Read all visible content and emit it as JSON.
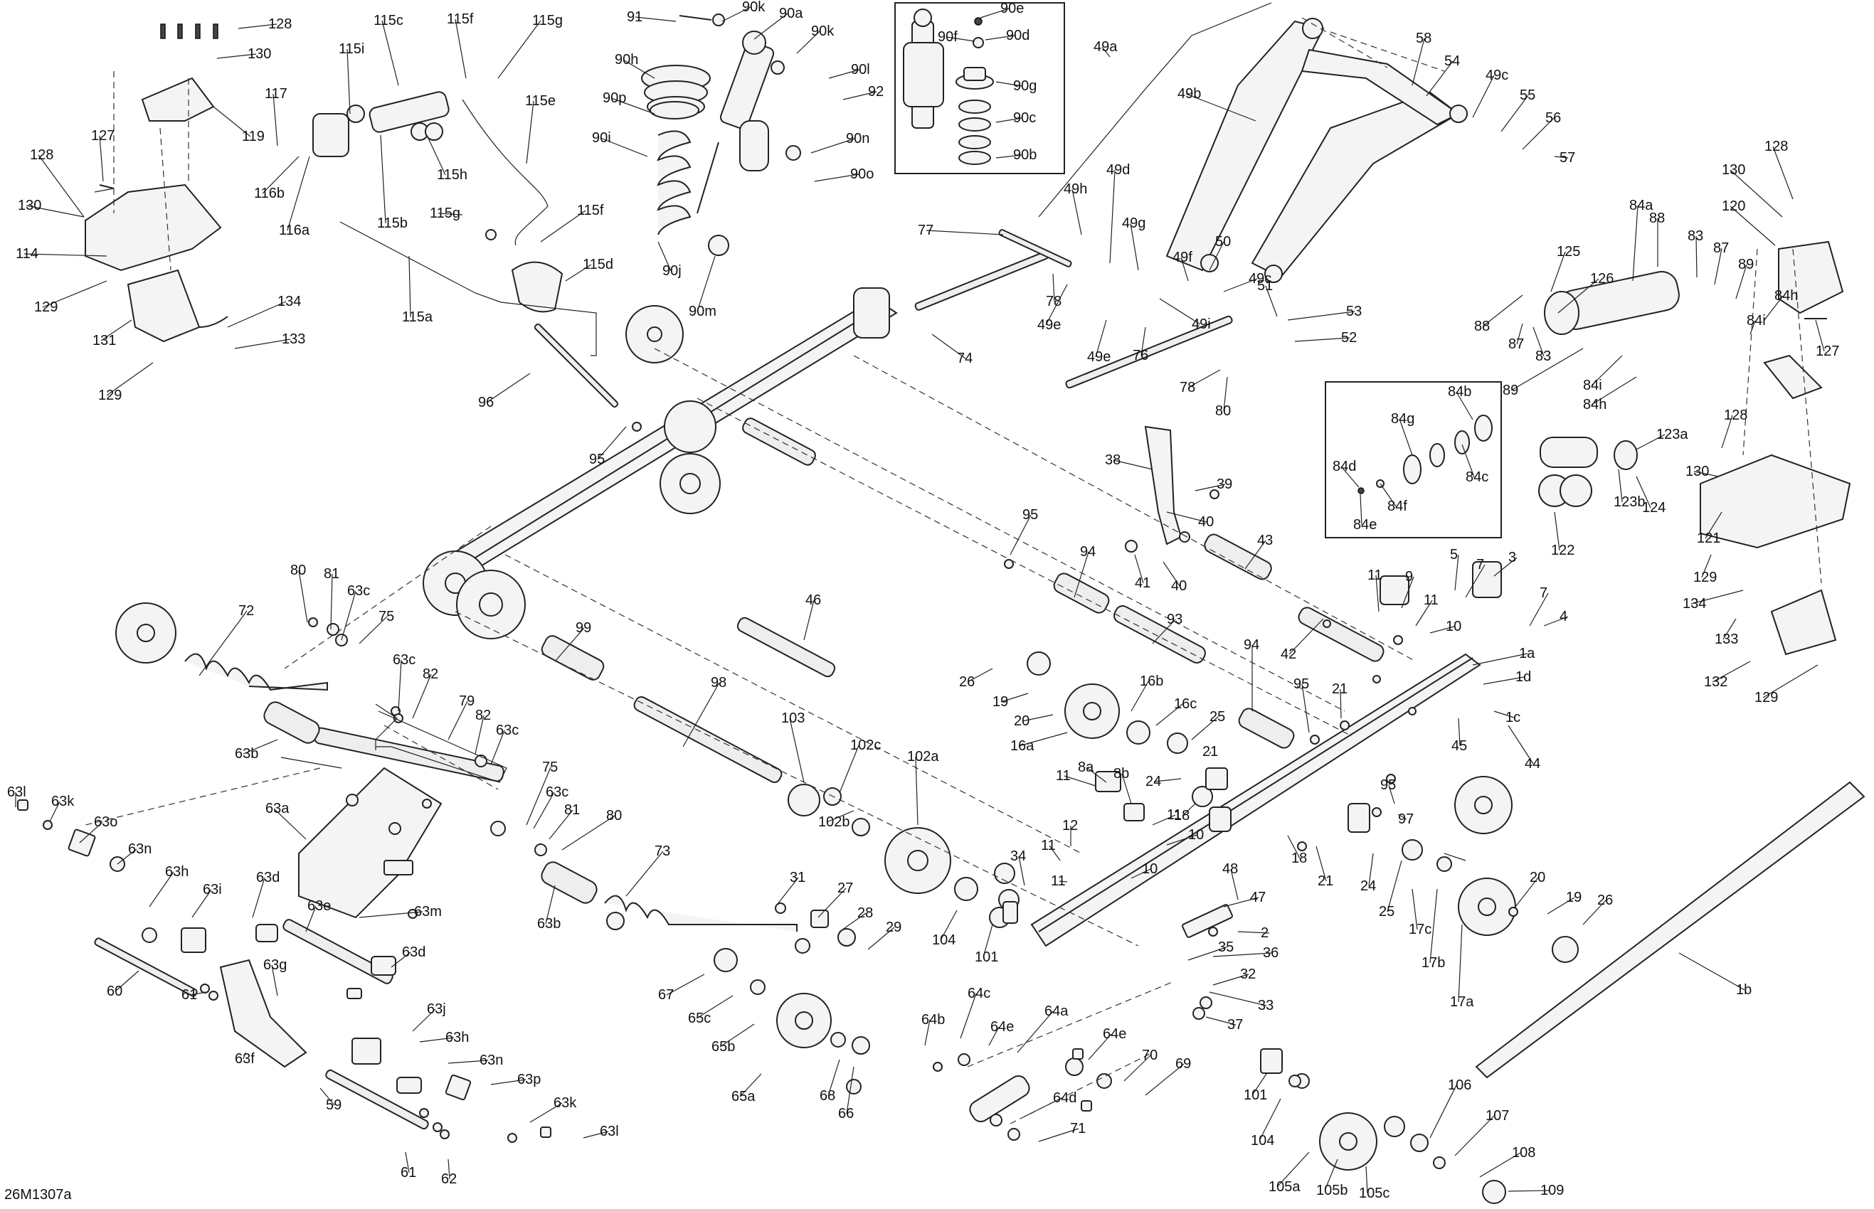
{
  "diagram_code": "26M1307a",
  "callouts": [
    {
      "id": "c128a",
      "text": "128"
    },
    {
      "id": "c130a",
      "text": "130"
    },
    {
      "id": "c127a",
      "text": "127"
    },
    {
      "id": "c128b",
      "text": "128"
    },
    {
      "id": "c130b",
      "text": "130"
    },
    {
      "id": "c117",
      "text": "117"
    },
    {
      "id": "c119",
      "text": "119"
    },
    {
      "id": "c114",
      "text": "114"
    },
    {
      "id": "c129a",
      "text": "129"
    },
    {
      "id": "c131",
      "text": "131"
    },
    {
      "id": "c129b",
      "text": "129"
    },
    {
      "id": "c134a",
      "text": "134"
    },
    {
      "id": "c133a",
      "text": "133"
    },
    {
      "id": "c115i",
      "text": "115i"
    },
    {
      "id": "c115c",
      "text": "115c"
    },
    {
      "id": "c115f1",
      "text": "115f"
    },
    {
      "id": "c115g1",
      "text": "115g"
    },
    {
      "id": "c115e",
      "text": "115e"
    },
    {
      "id": "c116b",
      "text": "116b"
    },
    {
      "id": "c116a",
      "text": "116a"
    },
    {
      "id": "c115h",
      "text": "115h"
    },
    {
      "id": "c115b",
      "text": "115b"
    },
    {
      "id": "c115g2",
      "text": "115g"
    },
    {
      "id": "c115f2",
      "text": "115f"
    },
    {
      "id": "c115d",
      "text": "115d"
    },
    {
      "id": "c115a",
      "text": "115a"
    },
    {
      "id": "c91",
      "text": "91"
    },
    {
      "id": "c90k1",
      "text": "90k"
    },
    {
      "id": "c90a",
      "text": "90a"
    },
    {
      "id": "c90k2",
      "text": "90k"
    },
    {
      "id": "c90h",
      "text": "90h"
    },
    {
      "id": "c90p",
      "text": "90p"
    },
    {
      "id": "c90i",
      "text": "90i"
    },
    {
      "id": "c90l",
      "text": "90l"
    },
    {
      "id": "c92",
      "text": "92"
    },
    {
      "id": "c90n",
      "text": "90n"
    },
    {
      "id": "c90o",
      "text": "90o"
    },
    {
      "id": "c90j",
      "text": "90j"
    },
    {
      "id": "c90m",
      "text": "90m"
    },
    {
      "id": "c90e",
      "text": "90e"
    },
    {
      "id": "c90f",
      "text": "90f"
    },
    {
      "id": "c90d",
      "text": "90d"
    },
    {
      "id": "c90g",
      "text": "90g"
    },
    {
      "id": "c90c",
      "text": "90c"
    },
    {
      "id": "c90b",
      "text": "90b"
    },
    {
      "id": "c49a",
      "text": "49a"
    },
    {
      "id": "c49b",
      "text": "49b"
    },
    {
      "id": "c58",
      "text": "58"
    },
    {
      "id": "c54",
      "text": "54"
    },
    {
      "id": "c49c1",
      "text": "49c"
    },
    {
      "id": "c55",
      "text": "55"
    },
    {
      "id": "c56",
      "text": "56"
    },
    {
      "id": "c57",
      "text": "57"
    },
    {
      "id": "c49h",
      "text": "49h"
    },
    {
      "id": "c49d",
      "text": "49d"
    },
    {
      "id": "c49g",
      "text": "49g"
    },
    {
      "id": "c50",
      "text": "50"
    },
    {
      "id": "c49f",
      "text": "49f"
    },
    {
      "id": "c49c2",
      "text": "49c"
    },
    {
      "id": "c51",
      "text": "51"
    },
    {
      "id": "c53",
      "text": "53"
    },
    {
      "id": "c52",
      "text": "52"
    },
    {
      "id": "c77",
      "text": "77"
    },
    {
      "id": "c78a",
      "text": "78"
    },
    {
      "id": "c49e1",
      "text": "49e"
    },
    {
      "id": "c49i",
      "text": "49i"
    },
    {
      "id": "c49e2",
      "text": "49e"
    },
    {
      "id": "c76",
      "text": "76"
    },
    {
      "id": "c78b",
      "text": "78"
    },
    {
      "id": "c74",
      "text": "74"
    },
    {
      "id": "c80a",
      "text": "80"
    },
    {
      "id": "c96",
      "text": "96"
    },
    {
      "id": "c95a",
      "text": "95"
    },
    {
      "id": "c128c",
      "text": "128"
    },
    {
      "id": "c130c",
      "text": "130"
    },
    {
      "id": "c120",
      "text": "120"
    },
    {
      "id": "c84a",
      "text": "84a"
    },
    {
      "id": "c88a",
      "text": "88"
    },
    {
      "id": "c83a",
      "text": "83"
    },
    {
      "id": "c87a",
      "text": "87"
    },
    {
      "id": "c89a",
      "text": "89"
    },
    {
      "id": "c84h1",
      "text": "84h"
    },
    {
      "id": "c125",
      "text": "125"
    },
    {
      "id": "c126",
      "text": "126"
    },
    {
      "id": "c88b",
      "text": "88"
    },
    {
      "id": "c87b",
      "text": "87"
    },
    {
      "id": "c83b",
      "text": "83"
    },
    {
      "id": "c84i1",
      "text": "84i"
    },
    {
      "id": "c127b",
      "text": "127"
    },
    {
      "id": "c89b",
      "text": "89"
    },
    {
      "id": "c84i2",
      "text": "84i"
    },
    {
      "id": "c84h2",
      "text": "84h"
    },
    {
      "id": "c84b",
      "text": "84b"
    },
    {
      "id": "c84g",
      "text": "84g"
    },
    {
      "id": "c84d",
      "text": "84d"
    },
    {
      "id": "c84c",
      "text": "84c"
    },
    {
      "id": "c84f",
      "text": "84f"
    },
    {
      "id": "c84e",
      "text": "84e"
    },
    {
      "id": "c128d",
      "text": "128"
    },
    {
      "id": "c123a",
      "text": "123a"
    },
    {
      "id": "c130d",
      "text": "130"
    },
    {
      "id": "c123b",
      "text": "123b"
    },
    {
      "id": "c124",
      "text": "124"
    },
    {
      "id": "c121",
      "text": "121"
    },
    {
      "id": "c122",
      "text": "122"
    },
    {
      "id": "c129c",
      "text": "129"
    },
    {
      "id": "c134b",
      "text": "134"
    },
    {
      "id": "c133b",
      "text": "133"
    },
    {
      "id": "c132",
      "text": "132"
    },
    {
      "id": "c129d",
      "text": "129"
    },
    {
      "id": "c38",
      "text": "38"
    },
    {
      "id": "c39",
      "text": "39"
    },
    {
      "id": "c40a",
      "text": "40"
    },
    {
      "id": "c41",
      "text": "41"
    },
    {
      "id": "c40b",
      "text": "40"
    },
    {
      "id": "c95b",
      "text": "95"
    },
    {
      "id": "c94a",
      "text": "94"
    },
    {
      "id": "c43",
      "text": "43"
    },
    {
      "id": "c93",
      "text": "93"
    },
    {
      "id": "c94b",
      "text": "94"
    },
    {
      "id": "c42",
      "text": "42"
    },
    {
      "id": "c11a",
      "text": "11"
    },
    {
      "id": "c9",
      "text": "9"
    },
    {
      "id": "c5",
      "text": "5"
    },
    {
      "id": "c7a",
      "text": "7"
    },
    {
      "id": "c3",
      "text": "3"
    },
    {
      "id": "c7b",
      "text": "7"
    },
    {
      "id": "c4",
      "text": "4"
    },
    {
      "id": "c11b",
      "text": "11"
    },
    {
      "id": "c10a",
      "text": "10"
    },
    {
      "id": "c1a",
      "text": "1a"
    },
    {
      "id": "c1d",
      "text": "1d"
    },
    {
      "id": "c1c",
      "text": "1c"
    },
    {
      "id": "c45",
      "text": "45"
    },
    {
      "id": "c44",
      "text": "44"
    },
    {
      "id": "c95c",
      "text": "95"
    },
    {
      "id": "c21a",
      "text": "21"
    },
    {
      "id": "c72",
      "text": "72"
    },
    {
      "id": "c80b",
      "text": "80"
    },
    {
      "id": "c81a",
      "text": "81"
    },
    {
      "id": "c63c1",
      "text": "63c"
    },
    {
      "id": "c75a",
      "text": "75"
    },
    {
      "id": "c63c2",
      "text": "63c"
    },
    {
      "id": "c82a",
      "text": "82"
    },
    {
      "id": "c79",
      "text": "79"
    },
    {
      "id": "c82b",
      "text": "82"
    },
    {
      "id": "c63c3",
      "text": "63c"
    },
    {
      "id": "c63b1",
      "text": "63b"
    },
    {
      "id": "c99",
      "text": "99"
    },
    {
      "id": "c46",
      "text": "46"
    },
    {
      "id": "c98",
      "text": "98"
    },
    {
      "id": "c103",
      "text": "103"
    },
    {
      "id": "c102c",
      "text": "102c"
    },
    {
      "id": "c102a",
      "text": "102a"
    },
    {
      "id": "c102b",
      "text": "102b"
    },
    {
      "id": "c26a",
      "text": "26"
    },
    {
      "id": "c19a",
      "text": "19"
    },
    {
      "id": "c20a",
      "text": "20"
    },
    {
      "id": "c16a",
      "text": "16a"
    },
    {
      "id": "c16b",
      "text": "16b"
    },
    {
      "id": "c16c",
      "text": "16c"
    },
    {
      "id": "c25a",
      "text": "25"
    },
    {
      "id": "c21b",
      "text": "21"
    },
    {
      "id": "c24a",
      "text": "24"
    },
    {
      "id": "c18a",
      "text": "18"
    },
    {
      "id": "c11c",
      "text": "11"
    },
    {
      "id": "c8a",
      "text": "8a"
    },
    {
      "id": "c8b",
      "text": "8b"
    },
    {
      "id": "c11d",
      "text": "11"
    },
    {
      "id": "c10b",
      "text": "10"
    },
    {
      "id": "c12",
      "text": "12"
    },
    {
      "id": "c11e",
      "text": "11"
    },
    {
      "id": "c11f",
      "text": "11"
    },
    {
      "id": "c34",
      "text": "34"
    },
    {
      "id": "c10c",
      "text": "10"
    },
    {
      "id": "c18b",
      "text": "18"
    },
    {
      "id": "c95d",
      "text": "95"
    },
    {
      "id": "c97",
      "text": "97"
    },
    {
      "id": "c21c",
      "text": "21"
    },
    {
      "id": "c24b",
      "text": "24"
    },
    {
      "id": "c48",
      "text": "48"
    },
    {
      "id": "c47",
      "text": "47"
    },
    {
      "id": "c2",
      "text": "2"
    },
    {
      "id": "c25b",
      "text": "25"
    },
    {
      "id": "c17c",
      "text": "17c"
    },
    {
      "id": "c20b",
      "text": "20"
    },
    {
      "id": "c19b",
      "text": "19"
    },
    {
      "id": "c26b",
      "text": "26"
    },
    {
      "id": "c17b",
      "text": "17b"
    },
    {
      "id": "c17a",
      "text": "17a"
    },
    {
      "id": "c1b",
      "text": "1b"
    },
    {
      "id": "c35",
      "text": "35"
    },
    {
      "id": "c36",
      "text": "36"
    },
    {
      "id": "c32",
      "text": "32"
    },
    {
      "id": "c33",
      "text": "33"
    },
    {
      "id": "c37",
      "text": "37"
    },
    {
      "id": "c63l1",
      "text": "63l"
    },
    {
      "id": "c63k1",
      "text": "63k"
    },
    {
      "id": "c63o",
      "text": "63o"
    },
    {
      "id": "c63n1",
      "text": "63n"
    },
    {
      "id": "c63a",
      "text": "63a"
    },
    {
      "id": "c75b",
      "text": "75"
    },
    {
      "id": "c63c4",
      "text": "63c"
    },
    {
      "id": "c81b",
      "text": "81"
    },
    {
      "id": "c80c",
      "text": "80"
    },
    {
      "id": "c63h1",
      "text": "63h"
    },
    {
      "id": "c63i",
      "text": "63i"
    },
    {
      "id": "c63d1",
      "text": "63d"
    },
    {
      "id": "c63e",
      "text": "63e"
    },
    {
      "id": "c63m",
      "text": "63m"
    },
    {
      "id": "c63b2",
      "text": "63b"
    },
    {
      "id": "c73",
      "text": "73"
    },
    {
      "id": "c31",
      "text": "31"
    },
    {
      "id": "c27",
      "text": "27"
    },
    {
      "id": "c28",
      "text": "28"
    },
    {
      "id": "c29",
      "text": "29"
    },
    {
      "id": "c104a",
      "text": "104"
    },
    {
      "id": "c101a",
      "text": "101"
    },
    {
      "id": "c60",
      "text": "60"
    },
    {
      "id": "c61a",
      "text": "61"
    },
    {
      "id": "c63g",
      "text": "63g"
    },
    {
      "id": "c63d2",
      "text": "63d"
    },
    {
      "id": "c63f",
      "text": "63f"
    },
    {
      "id": "c63j",
      "text": "63j"
    },
    {
      "id": "c63h2",
      "text": "63h"
    },
    {
      "id": "c63n2",
      "text": "63n"
    },
    {
      "id": "c63p",
      "text": "63p"
    },
    {
      "id": "c59",
      "text": "59"
    },
    {
      "id": "c63k2",
      "text": "63k"
    },
    {
      "id": "c63l2",
      "text": "63l"
    },
    {
      "id": "c61b",
      "text": "61"
    },
    {
      "id": "c62",
      "text": "62"
    },
    {
      "id": "c67",
      "text": "67"
    },
    {
      "id": "c65c",
      "text": "65c"
    },
    {
      "id": "c65b",
      "text": "65b"
    },
    {
      "id": "c65a",
      "text": "65a"
    },
    {
      "id": "c68",
      "text": "68"
    },
    {
      "id": "c66",
      "text": "66"
    },
    {
      "id": "c64b",
      "text": "64b"
    },
    {
      "id": "c64c",
      "text": "64c"
    },
    {
      "id": "c64e1",
      "text": "64e"
    },
    {
      "id": "c64a",
      "text": "64a"
    },
    {
      "id": "c64e2",
      "text": "64e"
    },
    {
      "id": "c70",
      "text": "70"
    },
    {
      "id": "c69",
      "text": "69"
    },
    {
      "id": "c64d",
      "text": "64d"
    },
    {
      "id": "c71",
      "text": "71"
    },
    {
      "id": "c101b",
      "text": "101"
    },
    {
      "id": "c104b",
      "text": "104"
    },
    {
      "id": "c105a",
      "text": "105a"
    },
    {
      "id": "c105b",
      "text": "105b"
    },
    {
      "id": "c105c",
      "text": "105c"
    },
    {
      "id": "c106",
      "text": "106"
    },
    {
      "id": "c107",
      "text": "107"
    },
    {
      "id": "c108",
      "text": "108"
    },
    {
      "id": "c109",
      "text": "109"
    }
  ]
}
